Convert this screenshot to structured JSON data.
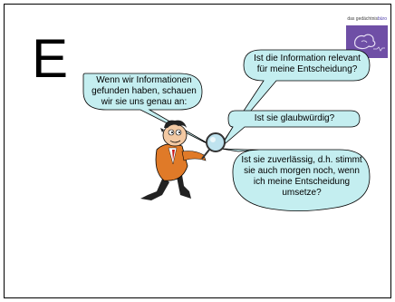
{
  "slide": {
    "big_letter": "E",
    "brand": {
      "prefix": "das gedächtnis",
      "accent": "büro"
    }
  },
  "callouts": {
    "left": "Wenn wir Informationen gefunden haben, schauen wir sie uns genau an:",
    "top_right": "Ist die Information relevant für meine Entscheidung?",
    "middle_right": "Ist sie glaubwürdig?",
    "bottom_right": "Ist sie zuverlässig, d.h. stimmt sie auch morgen noch, wenn ich meine Entscheidung umsetze?"
  },
  "colors": {
    "callout_fill": "#c4eef0",
    "callout_stroke": "#000000",
    "logo": "#6f4fa6"
  },
  "icons": {
    "figure": "detective-with-magnifier-icon",
    "logo": "brain-logo-icon"
  }
}
